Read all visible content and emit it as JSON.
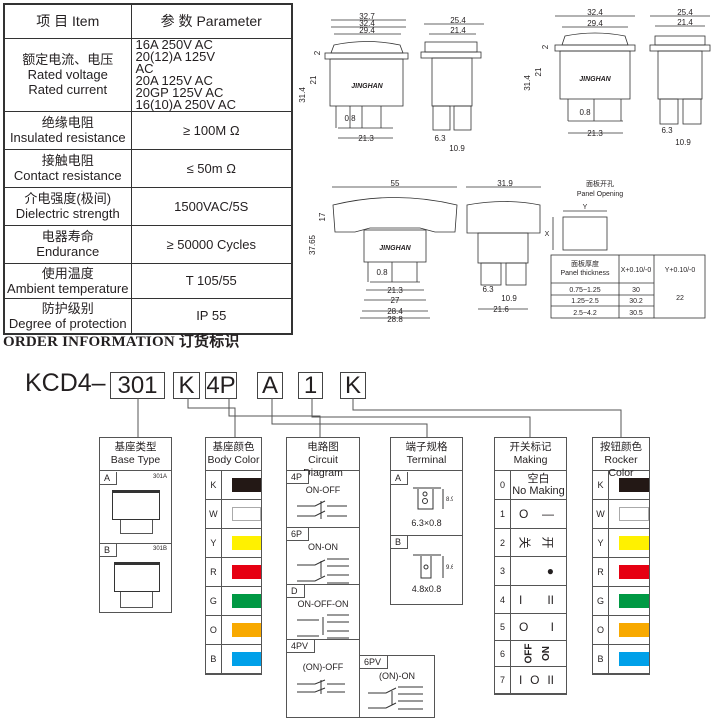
{
  "spec_table": {
    "header": {
      "item": "项 目  Item",
      "param": "参 数  Parameter"
    },
    "rows": [
      {
        "zh": "额定电流、电压",
        "en": "Rated voltage",
        "en2": "Rated current",
        "values": [
          "16A 250V AC",
          "20(12)A 125V AC",
          "20A 125V AC",
          "20GP 125V AC",
          "16(10)A 250V AC"
        ]
      },
      {
        "zh": "绝缘电阻",
        "en": "Insulated resistance",
        "value": "≥ 100M Ω"
      },
      {
        "zh": "接触电阻",
        "en": "Contact resistance",
        "value": "≤ 50m Ω"
      },
      {
        "zh": "介电强度(极间)",
        "en": "Dielectric strength",
        "value": "1500VAC/5S"
      },
      {
        "zh": "电器寿命",
        "en": "Endurance",
        "value": "≥ 50000 Cycles"
      },
      {
        "zh": "使用温度",
        "en": "Ambient temperature",
        "value": "T 105/55"
      },
      {
        "zh": "防护级别",
        "en": "Degree of protection",
        "value": "IP 55"
      }
    ]
  },
  "drawings": {
    "brand": "JINGHAN",
    "d1": [
      "32.7",
      "32.4",
      "29.4",
      "2",
      "21",
      "31.4",
      "0.8",
      "21.3"
    ],
    "d2": [
      "25.4",
      "21.4",
      "6.3",
      "10.9"
    ],
    "d3": [
      "32.4",
      "29.4",
      "2",
      "21",
      "31.4",
      "0.8",
      "21.3"
    ],
    "d4": [
      "25.4",
      "21.4",
      "6.3",
      "10.9"
    ],
    "d5": [
      "55",
      "17",
      "37.65",
      "0.8",
      "21.3",
      "27",
      "28.4",
      "28.8"
    ],
    "d6": [
      "31.9",
      "6.3",
      "10.9",
      "21.6"
    ]
  },
  "panel": {
    "title_zh": "面板开孔",
    "title_en": "Panel Opening",
    "x": "X",
    "y": "Y",
    "table": {
      "h_zh": "面板厚度",
      "h_en": "Panel thickness",
      "hx": "X+0.10/-0",
      "hy": "Y+0.10/-0",
      "rows": [
        [
          "0.75~1.25",
          "30"
        ],
        [
          "1.25~2.5",
          "30.2"
        ],
        [
          "2.5~4.2",
          "30.5"
        ]
      ],
      "y_value": "22"
    }
  },
  "order": {
    "title": "ORDER INFORMATION 订货标识",
    "prefix": "KCD4–",
    "codes": [
      "301",
      "K",
      "4P",
      "A",
      "1",
      "K"
    ],
    "base_type": {
      "zh": "基座类型",
      "en": "Base Type",
      "options": [
        {
          "tag": "A",
          "model": "301A"
        },
        {
          "tag": "B",
          "model": "301B"
        }
      ]
    },
    "body_color": {
      "zh": "基座颜色",
      "en": "Body Color",
      "options": [
        {
          "code": "K",
          "color": "#231815"
        },
        {
          "code": "W",
          "color": "#ffffff"
        },
        {
          "code": "Y",
          "color": "#fff100"
        },
        {
          "code": "R",
          "color": "#e60012"
        },
        {
          "code": "G",
          "color": "#009944"
        },
        {
          "code": "O",
          "color": "#f8a900"
        },
        {
          "code": "B",
          "color": "#00a0e9"
        }
      ]
    },
    "circuit": {
      "zh": "电路图",
      "en": "Circuit Diagram",
      "options": [
        {
          "tag": "4P",
          "name": "ON-OFF"
        },
        {
          "tag": "6P",
          "name": "ON-ON"
        },
        {
          "tag": "D",
          "name": "ON-OFF-ON"
        },
        {
          "tag": "4PV",
          "name": "(ON)-OFF"
        },
        {
          "tag": "6PV",
          "name": "(ON)-ON"
        }
      ]
    },
    "terminal": {
      "zh": "端子规格",
      "en": "Terminal",
      "options": [
        {
          "tag": "A",
          "size": "6.3×0.8",
          "dim": "8.9"
        },
        {
          "tag": "B",
          "size": "4.8x0.8",
          "dim": "9.6"
        }
      ]
    },
    "making": {
      "zh": "开关标记",
      "en": "Making",
      "options": [
        {
          "code": "0",
          "zh": "空白",
          "en": "No Making"
        },
        {
          "code": "1",
          "left": "O",
          "right": "—"
        },
        {
          "code": "2",
          "left": "关",
          "right": "开"
        },
        {
          "code": "3",
          "left": "",
          "right": "●"
        },
        {
          "code": "4",
          "left": "I",
          "right": "II"
        },
        {
          "code": "5",
          "left": "O",
          "right": "I"
        },
        {
          "code": "6",
          "left": "OFF",
          "right": "ON"
        },
        {
          "code": "7",
          "left": "I",
          "mid": "O",
          "right": "II"
        }
      ]
    },
    "rocker_color": {
      "zh": "按钮颜色",
      "en": "Rocker Color",
      "options": [
        {
          "code": "K",
          "color": "#231815"
        },
        {
          "code": "W",
          "color": "#ffffff"
        },
        {
          "code": "Y",
          "color": "#fff100"
        },
        {
          "code": "R",
          "color": "#e60012"
        },
        {
          "code": "G",
          "color": "#009944"
        },
        {
          "code": "O",
          "color": "#f8a900"
        },
        {
          "code": "B",
          "color": "#00a0e9"
        }
      ]
    }
  }
}
